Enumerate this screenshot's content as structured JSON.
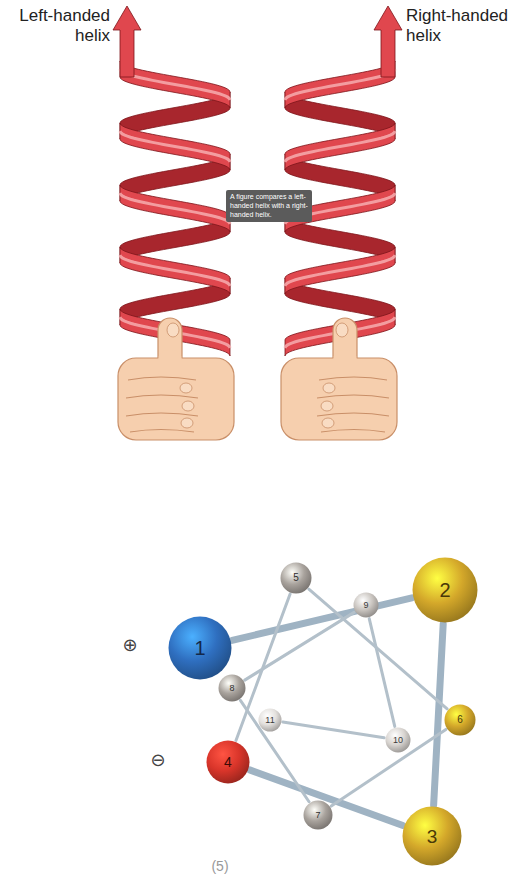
{
  "diagram": {
    "nodes": [
      {
        "text": [
          "A figure compares a left-handed helix with a right-handed helix."
        ]
      },
      {
        "text": [
          "1"
        ]
      },
      {
        "text": [
          "2"
        ]
      },
      {
        "text": [
          "3"
        ]
      },
      {
        "text": [
          "4"
        ]
      },
      {
        "text": [
          "5"
        ]
      },
      {
        "text": [
          "6"
        ]
      },
      {
        "text": [
          "7"
        ]
      },
      {
        "text": [
          "8"
        ]
      },
      {
        "text": [
          "9"
        ]
      },
      {
        "text": [
          "10"
        ]
      },
      {
        "text": [
          "11"
        ]
      }
    ],
    "edges": [
      {
        "from": 1,
        "to": 2,
        "arrow": "none"
      },
      {
        "from": 2,
        "to": 3,
        "arrow": "none"
      },
      {
        "from": 3,
        "to": 4,
        "arrow": "none"
      },
      {
        "from": 4,
        "to": 5,
        "arrow": "none"
      },
      {
        "from": 5,
        "to": 6,
        "arrow": "none"
      },
      {
        "from": 6,
        "to": 7,
        "arrow": "none"
      },
      {
        "from": 7,
        "to": 8,
        "arrow": "none"
      },
      {
        "from": 8,
        "to": 9,
        "arrow": "none"
      },
      {
        "from": 9,
        "to": 10,
        "arrow": "none"
      },
      {
        "from": 10,
        "to": 11,
        "arrow": "none"
      }
    ],
    "labels": [
      "Left-handed helix",
      "Right-handed helix",
      "⊕",
      "⊖",
      "(5)"
    ]
  }
}
